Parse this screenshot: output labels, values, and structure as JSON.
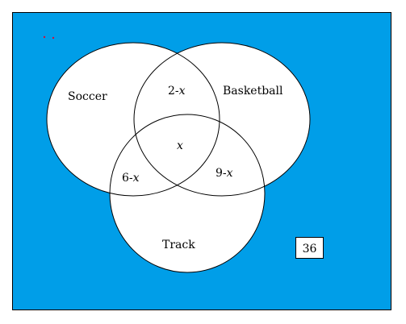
{
  "colors": {
    "background": "#009EE8",
    "circle_fill": "#FFFFFF",
    "stroke": "#000000",
    "speck": "#D0103A"
  },
  "sets": {
    "soccer": "Soccer",
    "basketball": "Basketball",
    "track": "Track"
  },
  "regions": {
    "soccer_basketball": {
      "number": "2",
      "variable": "x"
    },
    "all_three": {
      "variable": "x"
    },
    "soccer_track": {
      "number": "6",
      "variable": "x"
    },
    "basketball_track": {
      "number": "9",
      "variable": "x"
    }
  },
  "outside": {
    "value": "36"
  }
}
